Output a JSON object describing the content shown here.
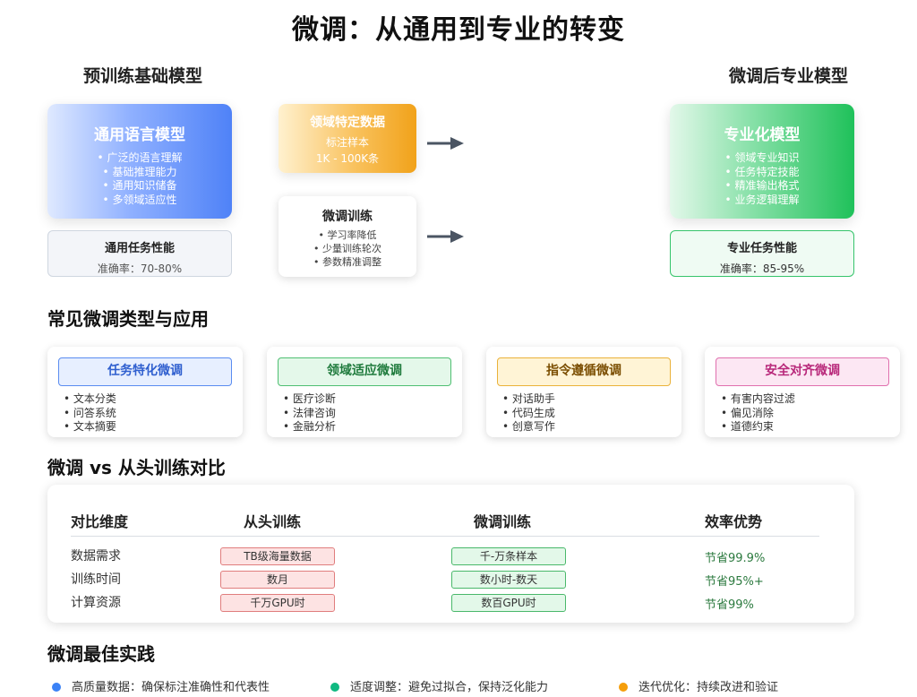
{
  "title": "微调：从通用到专业的转变",
  "left_heading": "预训练基础模型",
  "right_heading": "微调后专业模型",
  "general_model": {
    "title": "通用语言模型",
    "items": [
      "广泛的语言理解",
      "基础推理能力",
      "通用知识储备",
      "多领域适应性"
    ]
  },
  "general_perf": {
    "title": "通用任务性能",
    "accuracy": "准确率：70-80%"
  },
  "domain_data": {
    "title": "领域特定数据",
    "line1": "标注样本",
    "line2": "1K - 100K条"
  },
  "finetune_training": {
    "title": "微调训练",
    "items": [
      "学习率降低",
      "少量训练轮次",
      "参数精准调整"
    ]
  },
  "specialized_model": {
    "title": "专业化模型",
    "items": [
      "领域专业知识",
      "任务特定技能",
      "精准输出格式",
      "业务逻辑理解"
    ]
  },
  "specialized_perf": {
    "title": "专业任务性能",
    "accuracy": "准确率：85-95%"
  },
  "types_section_title": "常见微调类型与应用",
  "types": [
    {
      "title": "任务特化微调",
      "items": [
        "文本分类",
        "问答系统",
        "文本摘要"
      ]
    },
    {
      "title": "领域适应微调",
      "items": [
        "医疗诊断",
        "法律咨询",
        "金融分析"
      ]
    },
    {
      "title": "指令遵循微调",
      "items": [
        "对话助手",
        "代码生成",
        "创意写作"
      ]
    },
    {
      "title": "安全对齐微调",
      "items": [
        "有害内容过滤",
        "偏见消除",
        "道德约束"
      ]
    }
  ],
  "compare_section_title": "微调 vs 从头训练对比",
  "compare": {
    "headers": [
      "对比维度",
      "从头训练",
      "微调训练",
      "效率优势"
    ],
    "rows": [
      {
        "dimension": "数据需求",
        "scratch": "TB级海量数据",
        "finetune": "千-万条样本",
        "advantage": "节省99.9%"
      },
      {
        "dimension": "训练时间",
        "scratch": "数月",
        "finetune": "数小时-数天",
        "advantage": "节省95%+"
      },
      {
        "dimension": "计算资源",
        "scratch": "千万GPU时",
        "finetune": "数百GPU时",
        "advantage": "节省99%"
      }
    ]
  },
  "best_section_title": "微调最佳实践",
  "best_practices": [
    {
      "text": "高质量数据：确保标注准确性和代表性",
      "color": "#3b82f6"
    },
    {
      "text": "适度调整：避免过拟合，保持泛化能力",
      "color": "#10b981"
    },
    {
      "text": "迭代优化：持续改进和验证",
      "color": "#f59e0b"
    }
  ],
  "colors": {
    "blue": "#4f82f7",
    "green": "#1fc15a",
    "orange": "#f1a21a",
    "arrow": "#4b5563"
  }
}
